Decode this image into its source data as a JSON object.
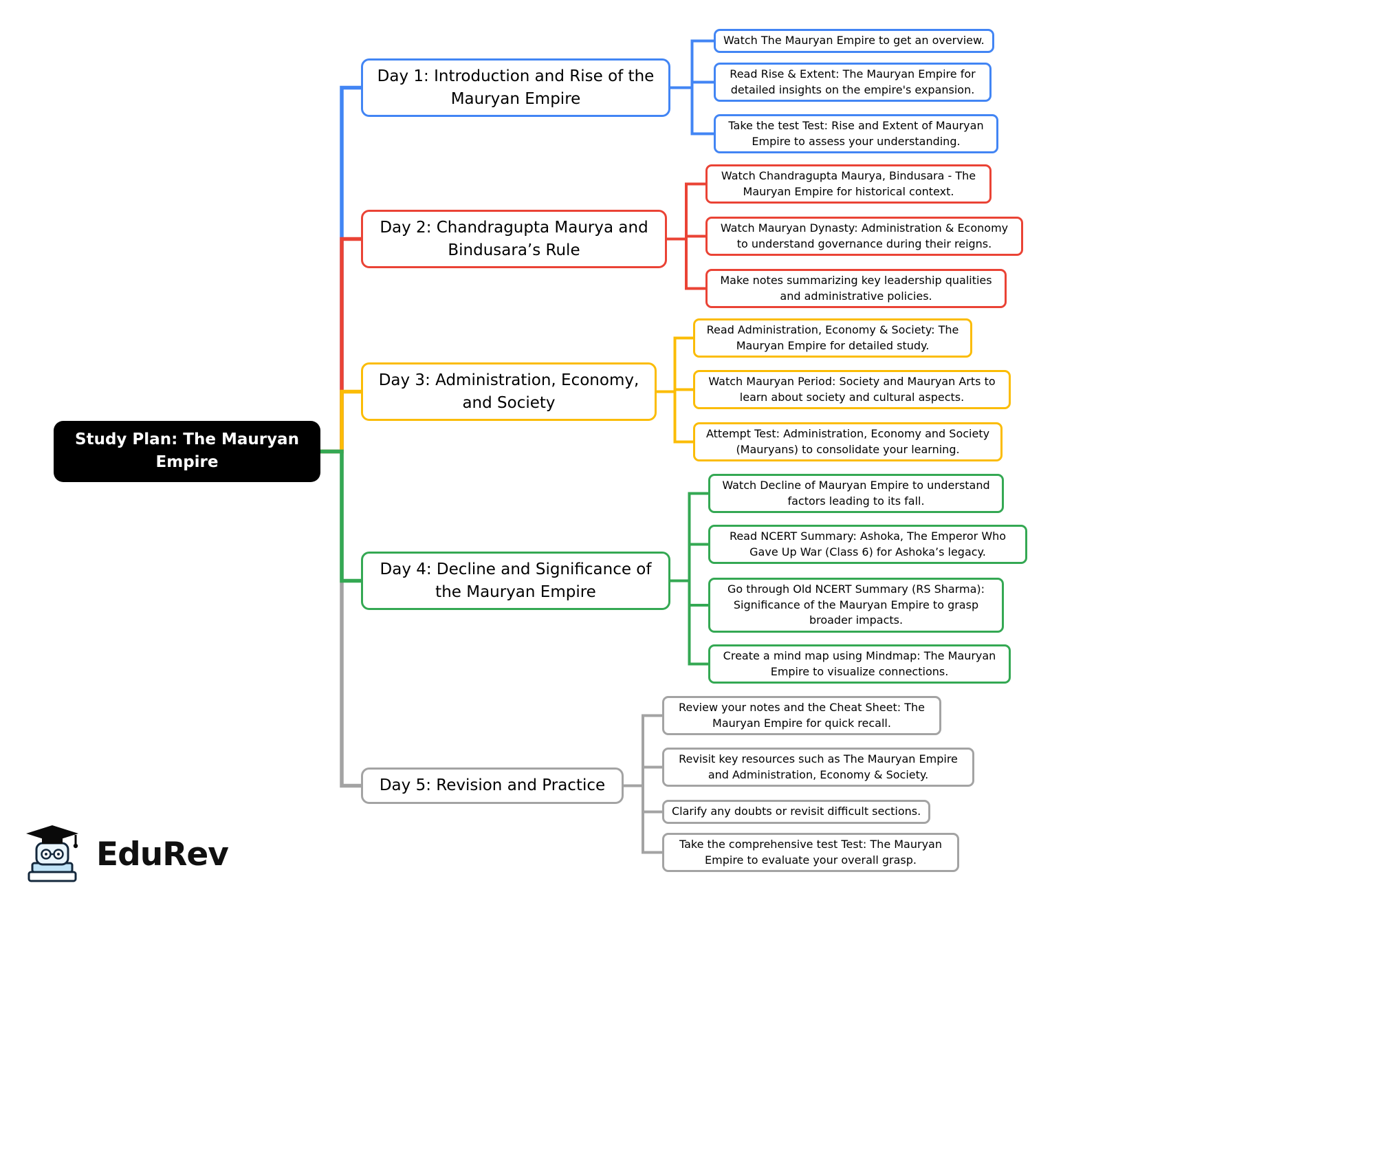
{
  "root": {
    "label": "Study Plan: The Mauryan Empire"
  },
  "branches": [
    {
      "label": "Day 1: Introduction and Rise of the Mauryan Empire",
      "color": "#4285F4",
      "leaves": [
        "Watch The Mauryan Empire to get an overview.",
        "Read Rise & Extent: The Mauryan Empire for detailed insights on the empire's expansion.",
        "Take the test Test: Rise and Extent of Mauryan Empire to assess your understanding."
      ]
    },
    {
      "label": "Day 2: Chandragupta Maurya and Bindusara’s Rule",
      "color": "#EA4335",
      "leaves": [
        "Watch Chandragupta Maurya, Bindusara - The Mauryan Empire for historical context.",
        "Watch Mauryan Dynasty: Administration & Economy to understand governance during their reigns.",
        "Make notes summarizing key leadership qualities and administrative policies."
      ]
    },
    {
      "label": "Day 3: Administration, Economy, and Society",
      "color": "#FBBC05",
      "leaves": [
        "Read Administration, Economy & Society: The Mauryan Empire for detailed study.",
        "Watch Mauryan Period: Society and Mauryan Arts to learn about society and cultural aspects.",
        "Attempt Test: Administration, Economy and Society (Mauryans) to consolidate your learning."
      ]
    },
    {
      "label": "Day 4: Decline and Significance of the Mauryan Empire",
      "color": "#34A853",
      "leaves": [
        "Watch Decline of Mauryan Empire to understand factors leading to its fall.",
        "Read NCERT Summary: Ashoka, The Emperor Who Gave Up War (Class 6) for Ashoka’s legacy.",
        "Go through Old NCERT Summary (RS Sharma): Significance of the Mauryan Empire to grasp broader impacts.",
        "Create a mind map using Mindmap: The Mauryan Empire to visualize connections."
      ]
    },
    {
      "label": "Day 5: Revision and Practice",
      "color": "#A3A3A3",
      "leaves": [
        "Review your notes and the Cheat Sheet: The Mauryan Empire for quick recall.",
        "Revisit key resources such as The Mauryan Empire and Administration, Economy & Society.",
        "Clarify any doubts or revisit difficult sections.",
        "Take the comprehensive test Test: The Mauryan Empire to evaluate your overall grasp."
      ]
    }
  ],
  "logo": {
    "text": "EduRev"
  }
}
